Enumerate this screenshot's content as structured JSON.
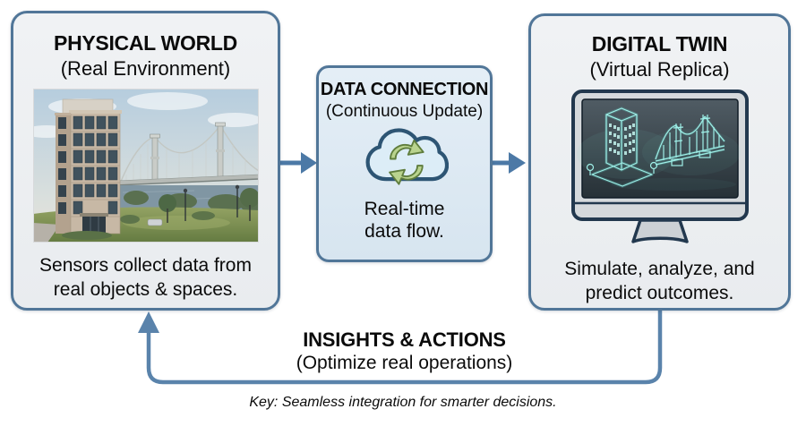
{
  "left_box": {
    "title": "PHYSICAL WORLD",
    "subtitle": "(Real Environment)",
    "caption_line1": "Sensors collect data from",
    "caption_line2": "real objects & spaces.",
    "image": "photo of office building with suspension bridge"
  },
  "middle_box": {
    "title": "DATA CONNECTION",
    "subtitle": "(Continuous Update)",
    "icon": "cloud-sync-icon",
    "caption_line1": "Real-time",
    "caption_line2": "data flow."
  },
  "right_box": {
    "title": "DIGITAL TWIN",
    "subtitle": "(Virtual Replica)",
    "caption_line1": "Simulate, analyze, and",
    "caption_line2": "predict outcomes.",
    "image": "monitor with holographic wireframe building and bridge"
  },
  "feedback_loop": {
    "title": "INSIGHTS & ACTIONS",
    "subtitle": "(Optimize real operations)"
  },
  "footer": {
    "key": "Key: Seamless integration for smarter decisions."
  },
  "colors": {
    "box_border": "#517698",
    "outer_box_bg": "#edeff2",
    "middle_box_bg": "#dde9f2",
    "flow_arrow": "#4c79a6",
    "loop_line": "#5a83ab",
    "cloud_fill": "#dcedf7",
    "cloud_outline": "#2d5574",
    "sync_arrow_green": "#b9d38e",
    "wireframe_teal": "#9ff0e8"
  }
}
